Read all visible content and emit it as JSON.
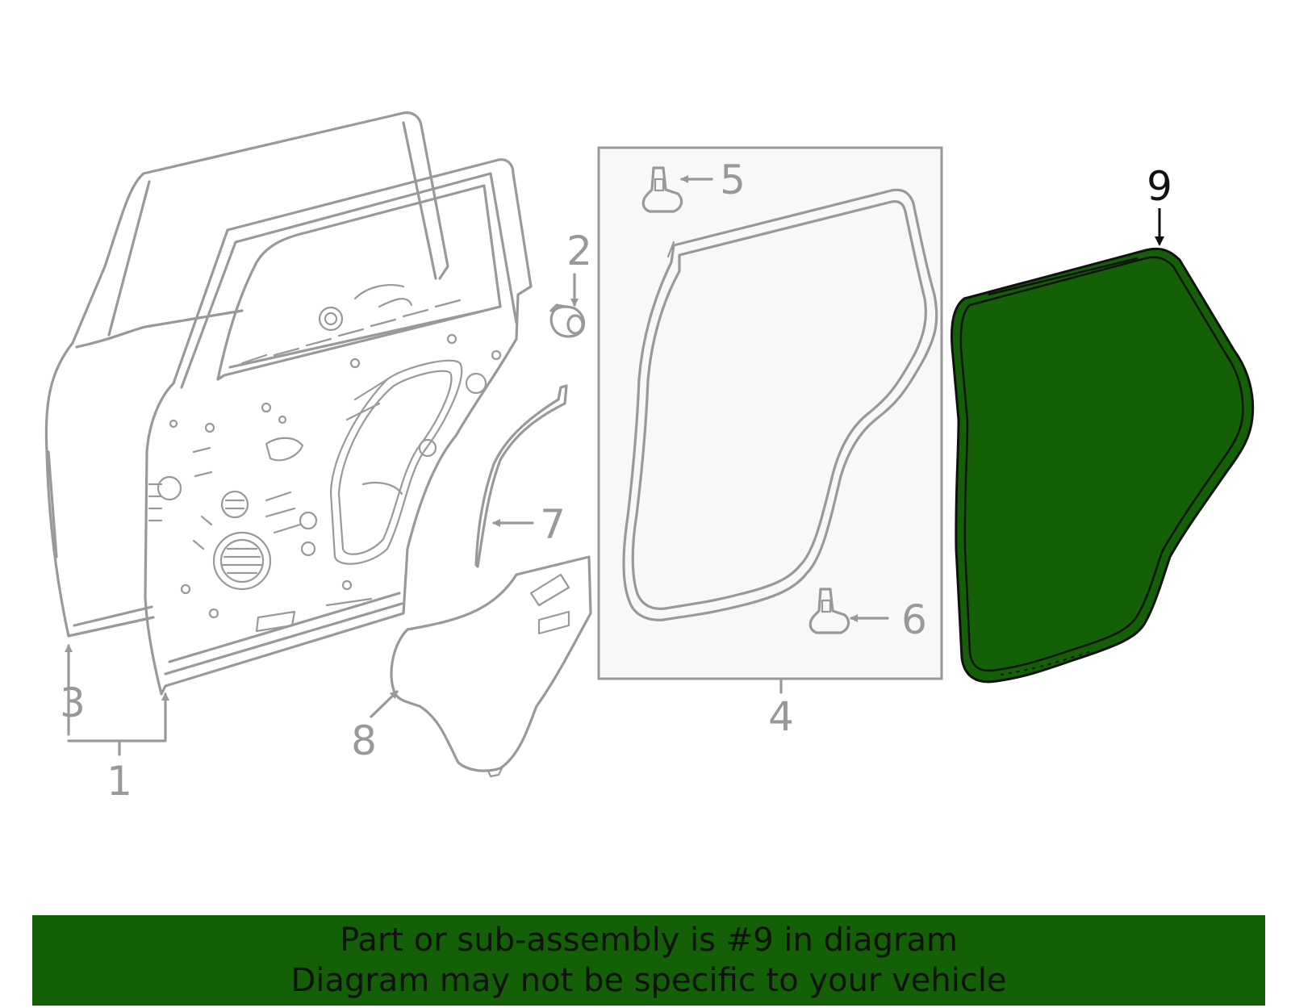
{
  "colors": {
    "line_gray": "#999999",
    "highlight_green": "#136006",
    "banner_green": "#136006",
    "active_label": "#111111"
  },
  "callouts": {
    "c1": "1",
    "c2": "2",
    "c3": "3",
    "c4": "4",
    "c5": "5",
    "c6": "6",
    "c7": "7",
    "c8": "8",
    "c9": "9"
  },
  "highlighted_part": "9",
  "banner": {
    "line1": "Part or sub-assembly is #9 in diagram",
    "line2": "Diagram may not be specific to your vehicle"
  }
}
